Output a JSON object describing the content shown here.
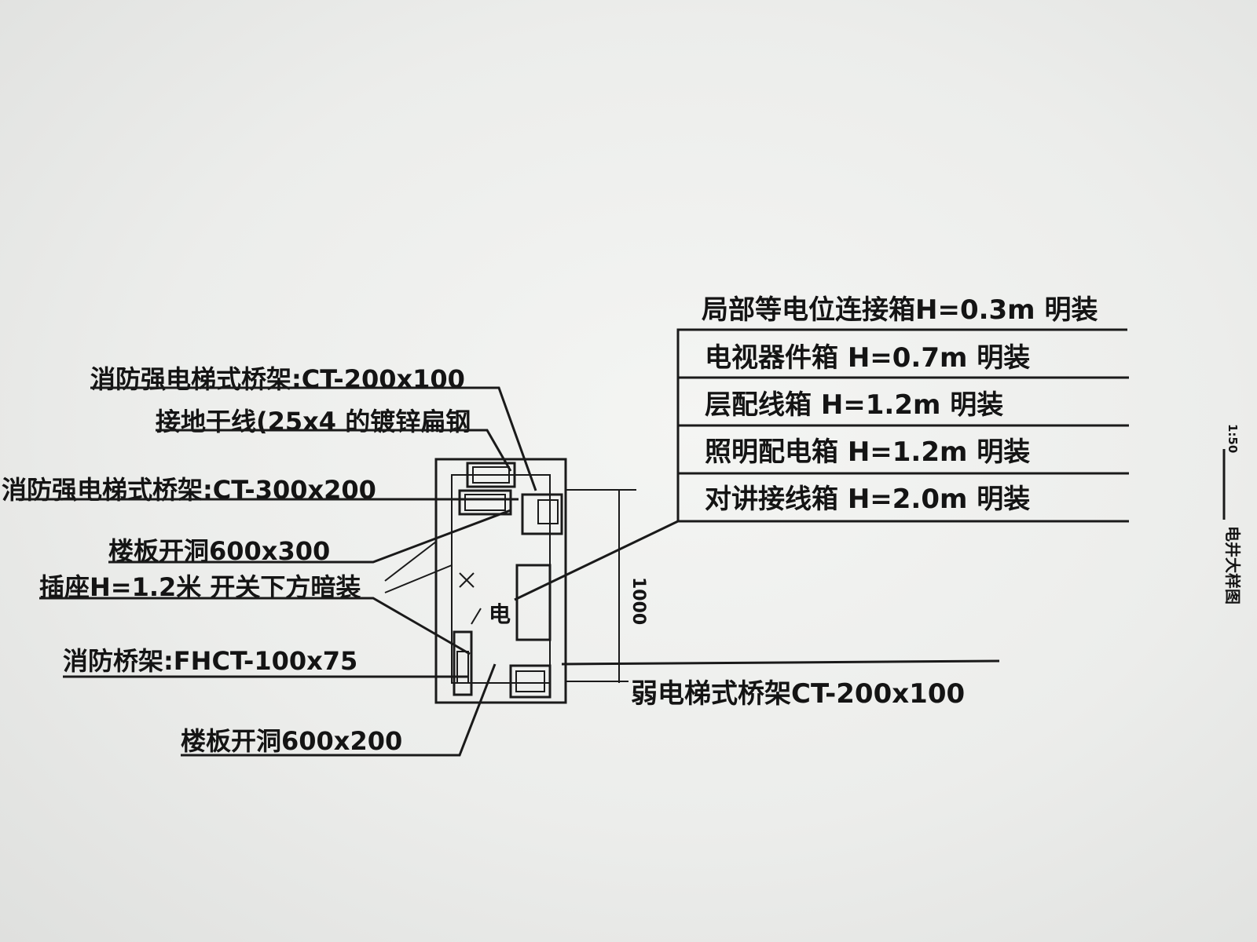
{
  "drawing": {
    "right_labels": [
      "局部等电位连接箱H=0.3m 明装",
      "电视器件箱 H=0.7m 明装",
      "层配线箱 H=1.2m 明装",
      "照明配电箱 H=1.2m 明装",
      "对讲接线箱 H=2.0m 明装"
    ],
    "left_labels": {
      "fire_tray_top": "消防强电梯式桥架:CT-200x100",
      "ground_line": "接地干线(25x4 的镀锌扁钢",
      "fire_tray_300": "消防强电梯式桥架:CT-300x200",
      "slab_opening_1": "楼板开洞600x300",
      "socket": "插座H=1.2米 开关下方暗装",
      "fire_tray_fh": "消防桥架:FHCT-100x75",
      "slab_opening_2": "楼板开洞600x200"
    },
    "bottom_right_label": "弱电梯式桥架CT-200x100",
    "dimension": "1000",
    "box_char": "电",
    "side_title": "电井大样图",
    "side_scale": "1:50"
  }
}
